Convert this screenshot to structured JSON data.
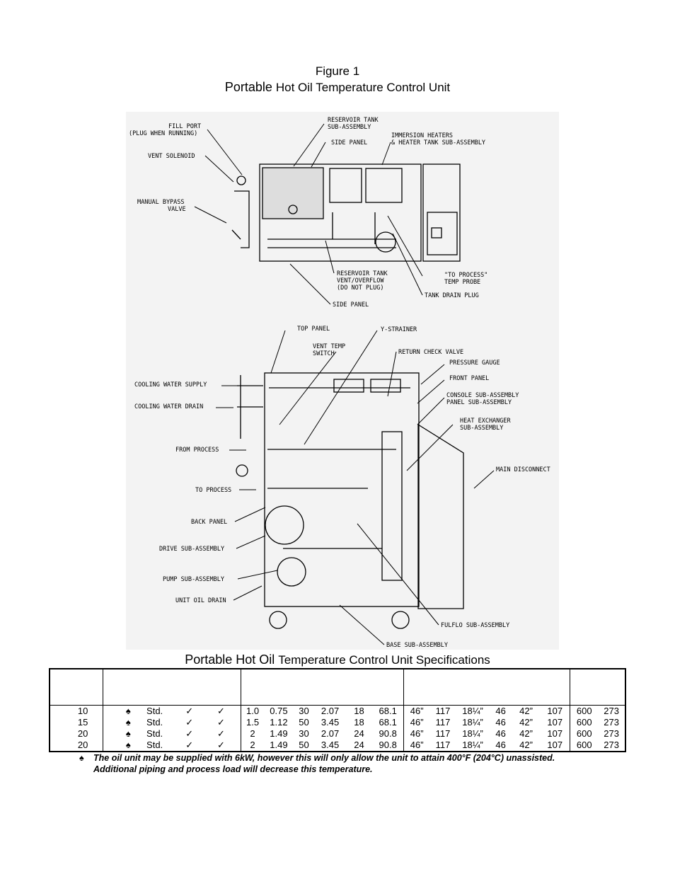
{
  "figure": {
    "label": "Figure 1",
    "title_main": "Portable",
    "title_rest": "Hot Oil Temperature Control Unit"
  },
  "drawing_top": {
    "labels": {
      "fill_port_1": "FILL PORT",
      "fill_port_2": "(PLUG WHEN RUNNING)",
      "vent_solenoid": "VENT SOLENOID",
      "manual_bypass_1": "MANUAL BYPASS",
      "manual_bypass_2": "VALVE",
      "reservoir_tank_1": "RESERVOIR TANK",
      "reservoir_tank_2": "SUB-ASSEMBLY",
      "side_panel": "SIDE PANEL",
      "immersion_1": "IMMERSION HEATERS",
      "immersion_2": "& HEATER TANK SUB-ASSEMBLY",
      "reservoir_vent_1": "RESERVOIR TANK",
      "reservoir_vent_2": "VENT/OVERFLOW",
      "reservoir_vent_3": "(DO NOT PLUG)",
      "to_process_probe_1": "\"TO PROCESS\"",
      "to_process_probe_2": "TEMP PROBE",
      "tank_drain_plug": "TANK DRAIN PLUG",
      "side_panel_bottom": "SIDE PANEL"
    }
  },
  "drawing_front": {
    "labels": {
      "top_panel": "TOP PANEL",
      "y_strainer": "Y-STRAINER",
      "vent_temp_1": "VENT TEMP",
      "vent_temp_2": "SWITCH",
      "return_check_valve": "RETURN CHECK VALVE",
      "pressure_gauge": "PRESSURE GAUGE",
      "front_panel": "FRONT PANEL",
      "console_1": "CONSOLE SUB-ASSEMBLY",
      "console_2": "PANEL SUB-ASSEMBLY",
      "heat_exchanger_1": "HEAT EXCHANGER",
      "heat_exchanger_2": "SUB-ASSEMBLY",
      "main_disconnect": "MAIN DISCONNECT",
      "cooling_supply": "COOLING WATER SUPPLY",
      "cooling_drain": "COOLING WATER DRAIN",
      "from_process": "FROM PROCESS",
      "to_process": "TO PROCESS",
      "back_panel": "BACK PANEL",
      "drive": "DRIVE SUB-ASSEMBLY",
      "pump": "PUMP SUB-ASSEMBLY",
      "unit_oil_drain": "UNIT OIL DRAIN",
      "fulflo": "FULFLO SUB-ASSEMBLY",
      "base": "BASE SUB-ASSEMBLY"
    }
  },
  "specs": {
    "title_main": "Portable Hot Oil",
    "title_rest": "Temperature Control Unit Specifications",
    "rows": [
      [
        "10",
        "♠",
        "Std.",
        "✓",
        "✓",
        "1.0",
        "0.75",
        "30",
        "2.07",
        "18",
        "68.1",
        "46”",
        "117",
        "18¼”",
        "46",
        "42”",
        "107",
        "600",
        "273"
      ],
      [
        "15",
        "♠",
        "Std.",
        "✓",
        "✓",
        "1.5",
        "1.12",
        "50",
        "3.45",
        "18",
        "68.1",
        "46”",
        "117",
        "18¼”",
        "46",
        "42”",
        "107",
        "600",
        "273"
      ],
      [
        "20",
        "♠",
        "Std.",
        "✓",
        "✓",
        "2",
        "1.49",
        "30",
        "2.07",
        "24",
        "90.8",
        "46”",
        "117",
        "18¼”",
        "46",
        "42”",
        "107",
        "600",
        "273"
      ],
      [
        "20",
        "♠",
        "Std.",
        "✓",
        "✓",
        "2",
        "1.49",
        "50",
        "3.45",
        "24",
        "90.8",
        "46”",
        "117",
        "18¼”",
        "46",
        "42”",
        "107",
        "600",
        "273"
      ]
    ],
    "note_symbol": "♠",
    "note_line1": "The oil unit may be supplied with 6kW, however this will only allow the unit to attain 400°F (204°C) unassisted.",
    "note_line2": "Additional piping and process load will decrease this temperature."
  }
}
